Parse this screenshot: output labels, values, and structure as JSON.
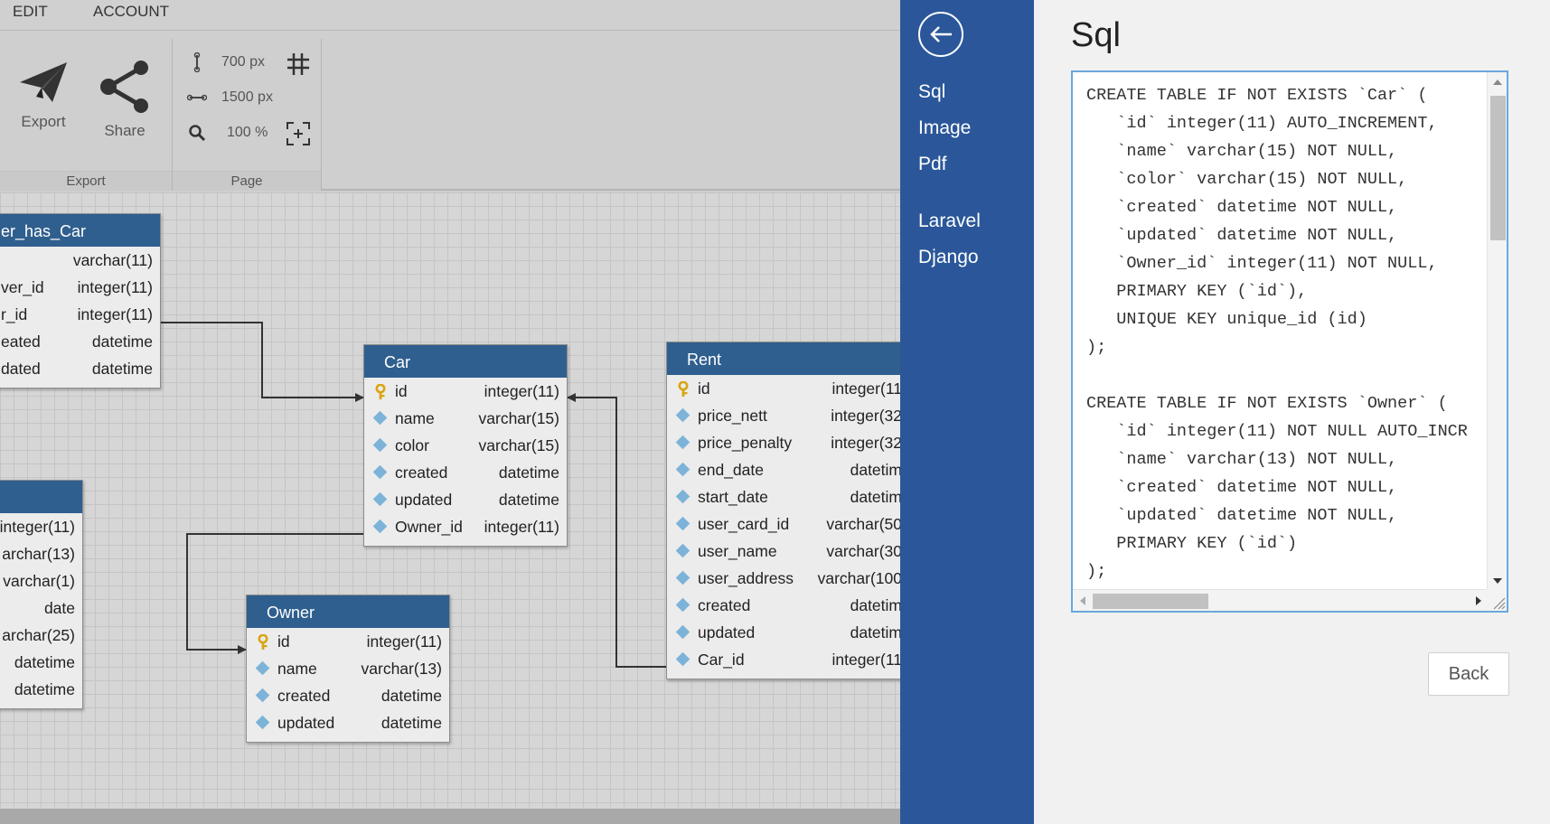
{
  "menubar": {
    "edit": "EDIT",
    "account": "ACCOUNT"
  },
  "ribbon": {
    "export_button": "Export",
    "share_button": "Share",
    "export_group": "Export",
    "page_group": "Page",
    "height_value": "700 px",
    "width_value": "1500 px",
    "zoom_value": "100 %"
  },
  "tables": {
    "user_has_car": {
      "title": "er_has_Car",
      "rows": [
        {
          "name": "",
          "type": "varchar(11)"
        },
        {
          "name": "ver_id",
          "type": "integer(11)"
        },
        {
          "name": "r_id",
          "type": "integer(11)"
        },
        {
          "name": "eated",
          "type": "datetime"
        },
        {
          "name": "dated",
          "type": "datetime"
        }
      ]
    },
    "user": {
      "title": "",
      "rows": [
        {
          "name": "",
          "type": "integer(11)"
        },
        {
          "name": "",
          "type": "archar(13)"
        },
        {
          "name": "",
          "type": "varchar(1)"
        },
        {
          "name": "",
          "type": "date"
        },
        {
          "name": "",
          "type": "archar(25)"
        },
        {
          "name": "",
          "type": "datetime"
        },
        {
          "name": "",
          "type": "datetime"
        }
      ]
    },
    "car": {
      "title": "Car",
      "rows": [
        {
          "name": "id",
          "type": "integer(11)",
          "pk": true
        },
        {
          "name": "name",
          "type": "varchar(15)"
        },
        {
          "name": "color",
          "type": "varchar(15)"
        },
        {
          "name": "created",
          "type": "datetime"
        },
        {
          "name": "updated",
          "type": "datetime"
        },
        {
          "name": "Owner_id",
          "type": "integer(11)"
        }
      ]
    },
    "owner": {
      "title": "Owner",
      "rows": [
        {
          "name": "id",
          "type": "integer(11)",
          "pk": true
        },
        {
          "name": "name",
          "type": "varchar(13)"
        },
        {
          "name": "created",
          "type": "datetime"
        },
        {
          "name": "updated",
          "type": "datetime"
        }
      ]
    },
    "rent": {
      "title": "Rent",
      "rows": [
        {
          "name": "id",
          "type": "integer(11",
          "pk": true
        },
        {
          "name": "price_nett",
          "type": "integer(32"
        },
        {
          "name": "price_penalty",
          "type": "integer(32"
        },
        {
          "name": "end_date",
          "type": "datetim"
        },
        {
          "name": "start_date",
          "type": "datetim"
        },
        {
          "name": "user_card_id",
          "type": "varchar(50"
        },
        {
          "name": "user_name",
          "type": "varchar(30"
        },
        {
          "name": "user_address",
          "type": "varchar(100"
        },
        {
          "name": "created",
          "type": "datetim"
        },
        {
          "name": "updated",
          "type": "datetim"
        },
        {
          "name": "Car_id",
          "type": "integer(11"
        }
      ]
    }
  },
  "side_nav": {
    "links": [
      "Sql",
      "Image",
      "Pdf",
      "Laravel",
      "Django"
    ]
  },
  "panel": {
    "title": "Sql",
    "sql_code": "CREATE TABLE IF NOT EXISTS `Car` (\n   `id` integer(11) AUTO_INCREMENT,\n   `name` varchar(15) NOT NULL,\n   `color` varchar(15) NOT NULL,\n   `created` datetime NOT NULL,\n   `updated` datetime NOT NULL,\n   `Owner_id` integer(11) NOT NULL,\n   PRIMARY KEY (`id`),\n   UNIQUE KEY unique_id (id)\n);\n\nCREATE TABLE IF NOT EXISTS `Owner` (\n   `id` integer(11) NOT NULL AUTO_INCR\n   `name` varchar(13) NOT NULL,\n   `created` datetime NOT NULL,\n   `updated` datetime NOT NULL,\n   PRIMARY KEY (`id`)\n);",
    "back_button": "Back"
  },
  "colors": {
    "header_blue": "#2f5f8e",
    "nav_blue": "#2b579a",
    "pk_gold": "#d9a514",
    "fk_diamond": "#7db3d8"
  }
}
